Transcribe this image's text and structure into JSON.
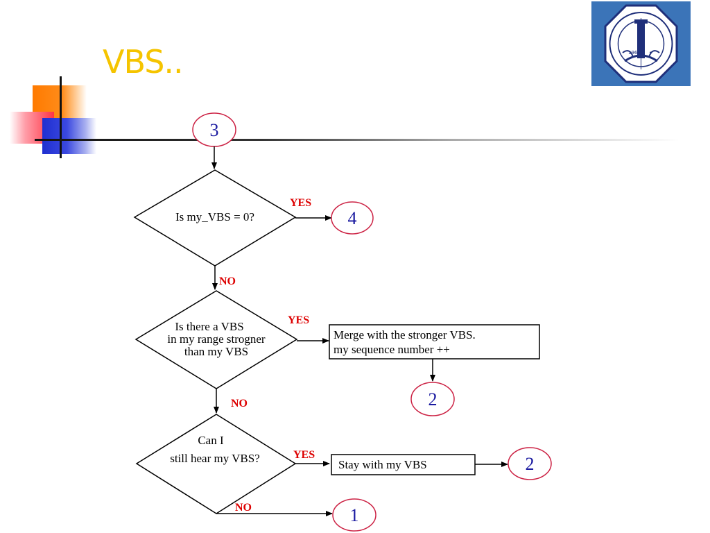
{
  "slide": {
    "title": "VBS.."
  },
  "colors": {
    "title": "#f5c400",
    "node_circle_stroke": "#cc2244",
    "node_number": "#1a1aa0",
    "branch_label": "#dd0000",
    "logo_background": "#3b74b8",
    "logo_navy": "#1f2f7a"
  },
  "logo": {
    "icon": "university-seal-icon",
    "year": "1963"
  },
  "flowchart": {
    "start_connector": "3",
    "decision_1": {
      "line1": "Is my_VBS = 0?"
    },
    "decision_1_yes_label": "YES",
    "decision_1_yes_connector": "4",
    "decision_1_no_label": "NO",
    "decision_2": {
      "line1": "Is there a VBS",
      "line2": "in my range strogner",
      "line3": "than my VBS"
    },
    "decision_2_yes_label": "YES",
    "merge_box": {
      "line1": "Merge with the stronger VBS.",
      "line2": "my sequence number ++"
    },
    "merge_connector": "2",
    "decision_2_no_label": "NO",
    "decision_3": {
      "line1": "Can I",
      "line2": "still hear my VBS?"
    },
    "decision_3_yes_label": "YES",
    "stay_box": {
      "line1": "Stay with my VBS"
    },
    "stay_connector": "2",
    "decision_3_no_label": "NO",
    "no_connector": "1"
  }
}
